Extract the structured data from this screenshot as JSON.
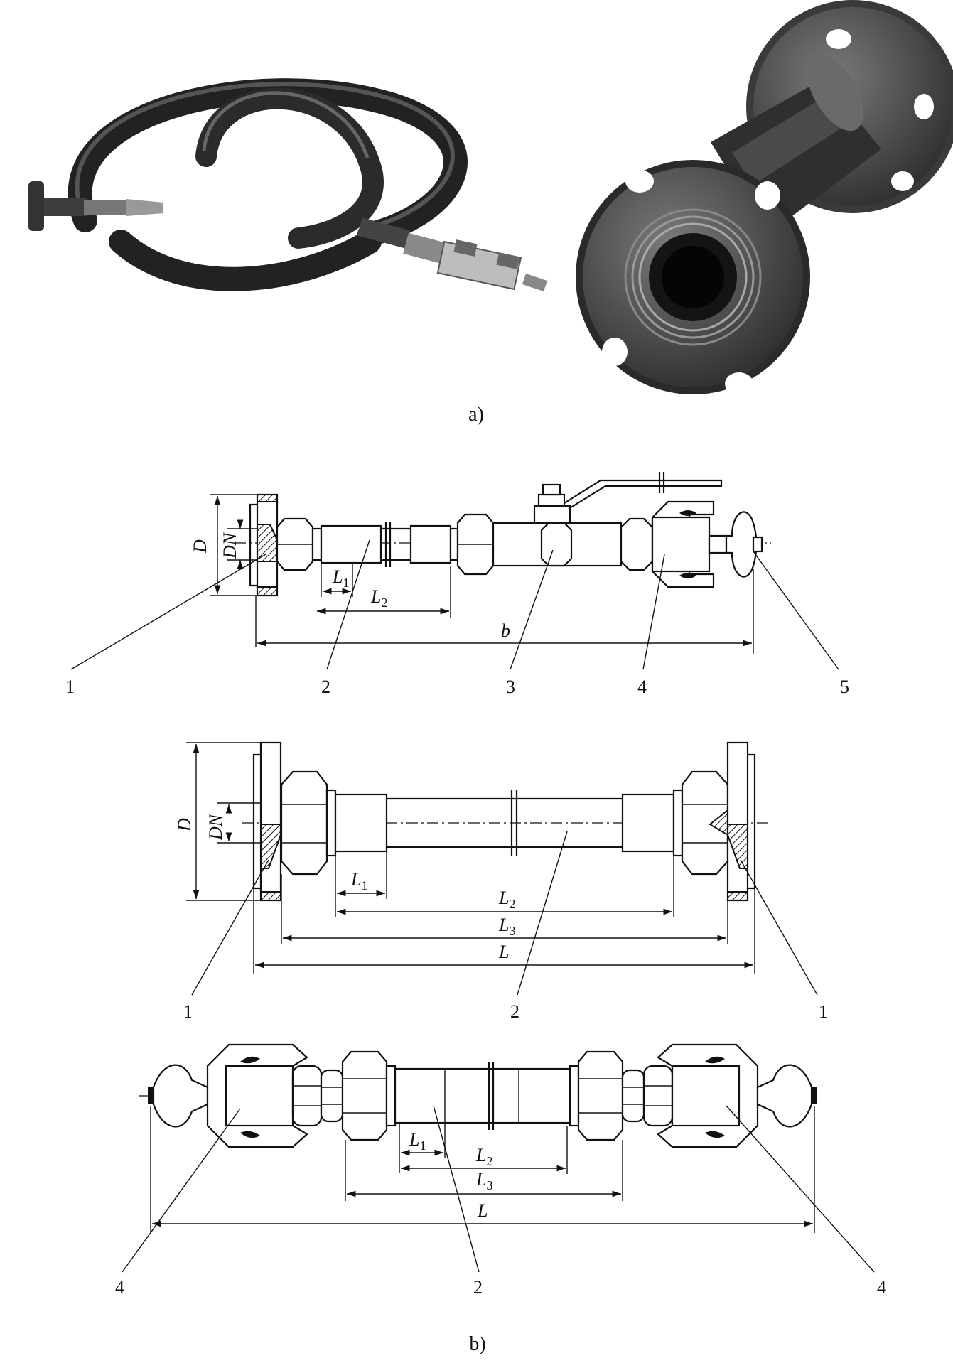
{
  "captions": {
    "a": "a)",
    "b": "b)"
  },
  "photos": {
    "hose": "hose-assembly-photo",
    "flange": "flanged-pipe-photo"
  },
  "dims": {
    "D": "D",
    "DN": "DN",
    "L": "L",
    "b": "b",
    "L1_base": "L",
    "L1_sub": "1",
    "L2_base": "L",
    "L2_sub": "2",
    "L3_base": "L",
    "L3_sub": "3"
  },
  "callouts": {
    "d1": [
      "1",
      "2",
      "3",
      "4",
      "5"
    ],
    "d2": [
      "1",
      "2",
      "1"
    ],
    "d3": [
      "4",
      "2",
      "4"
    ]
  }
}
